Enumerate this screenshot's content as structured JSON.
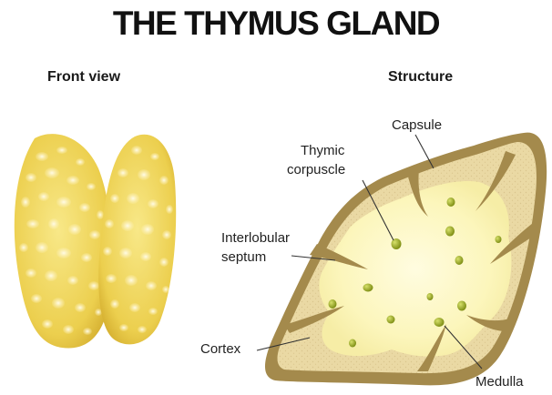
{
  "title": "THE THYMUS GLAND",
  "front_view": {
    "heading": "Front view"
  },
  "structure": {
    "heading": "Structure",
    "labels": {
      "capsule": "Capsule",
      "thymic_corpuscle_1": "Thymic",
      "thymic_corpuscle_2": "corpuscle",
      "interlobular_septum_1": "Interlobular",
      "interlobular_septum_2": "septum",
      "cortex": "Cortex",
      "medulla": "Medulla"
    }
  },
  "colors": {
    "capsule": "#a48a4c",
    "cortex": "#ead9a4",
    "medulla": "#fdf8c4",
    "corpuscle": "#8c9a14",
    "lobe_fill": "#f1d860"
  }
}
